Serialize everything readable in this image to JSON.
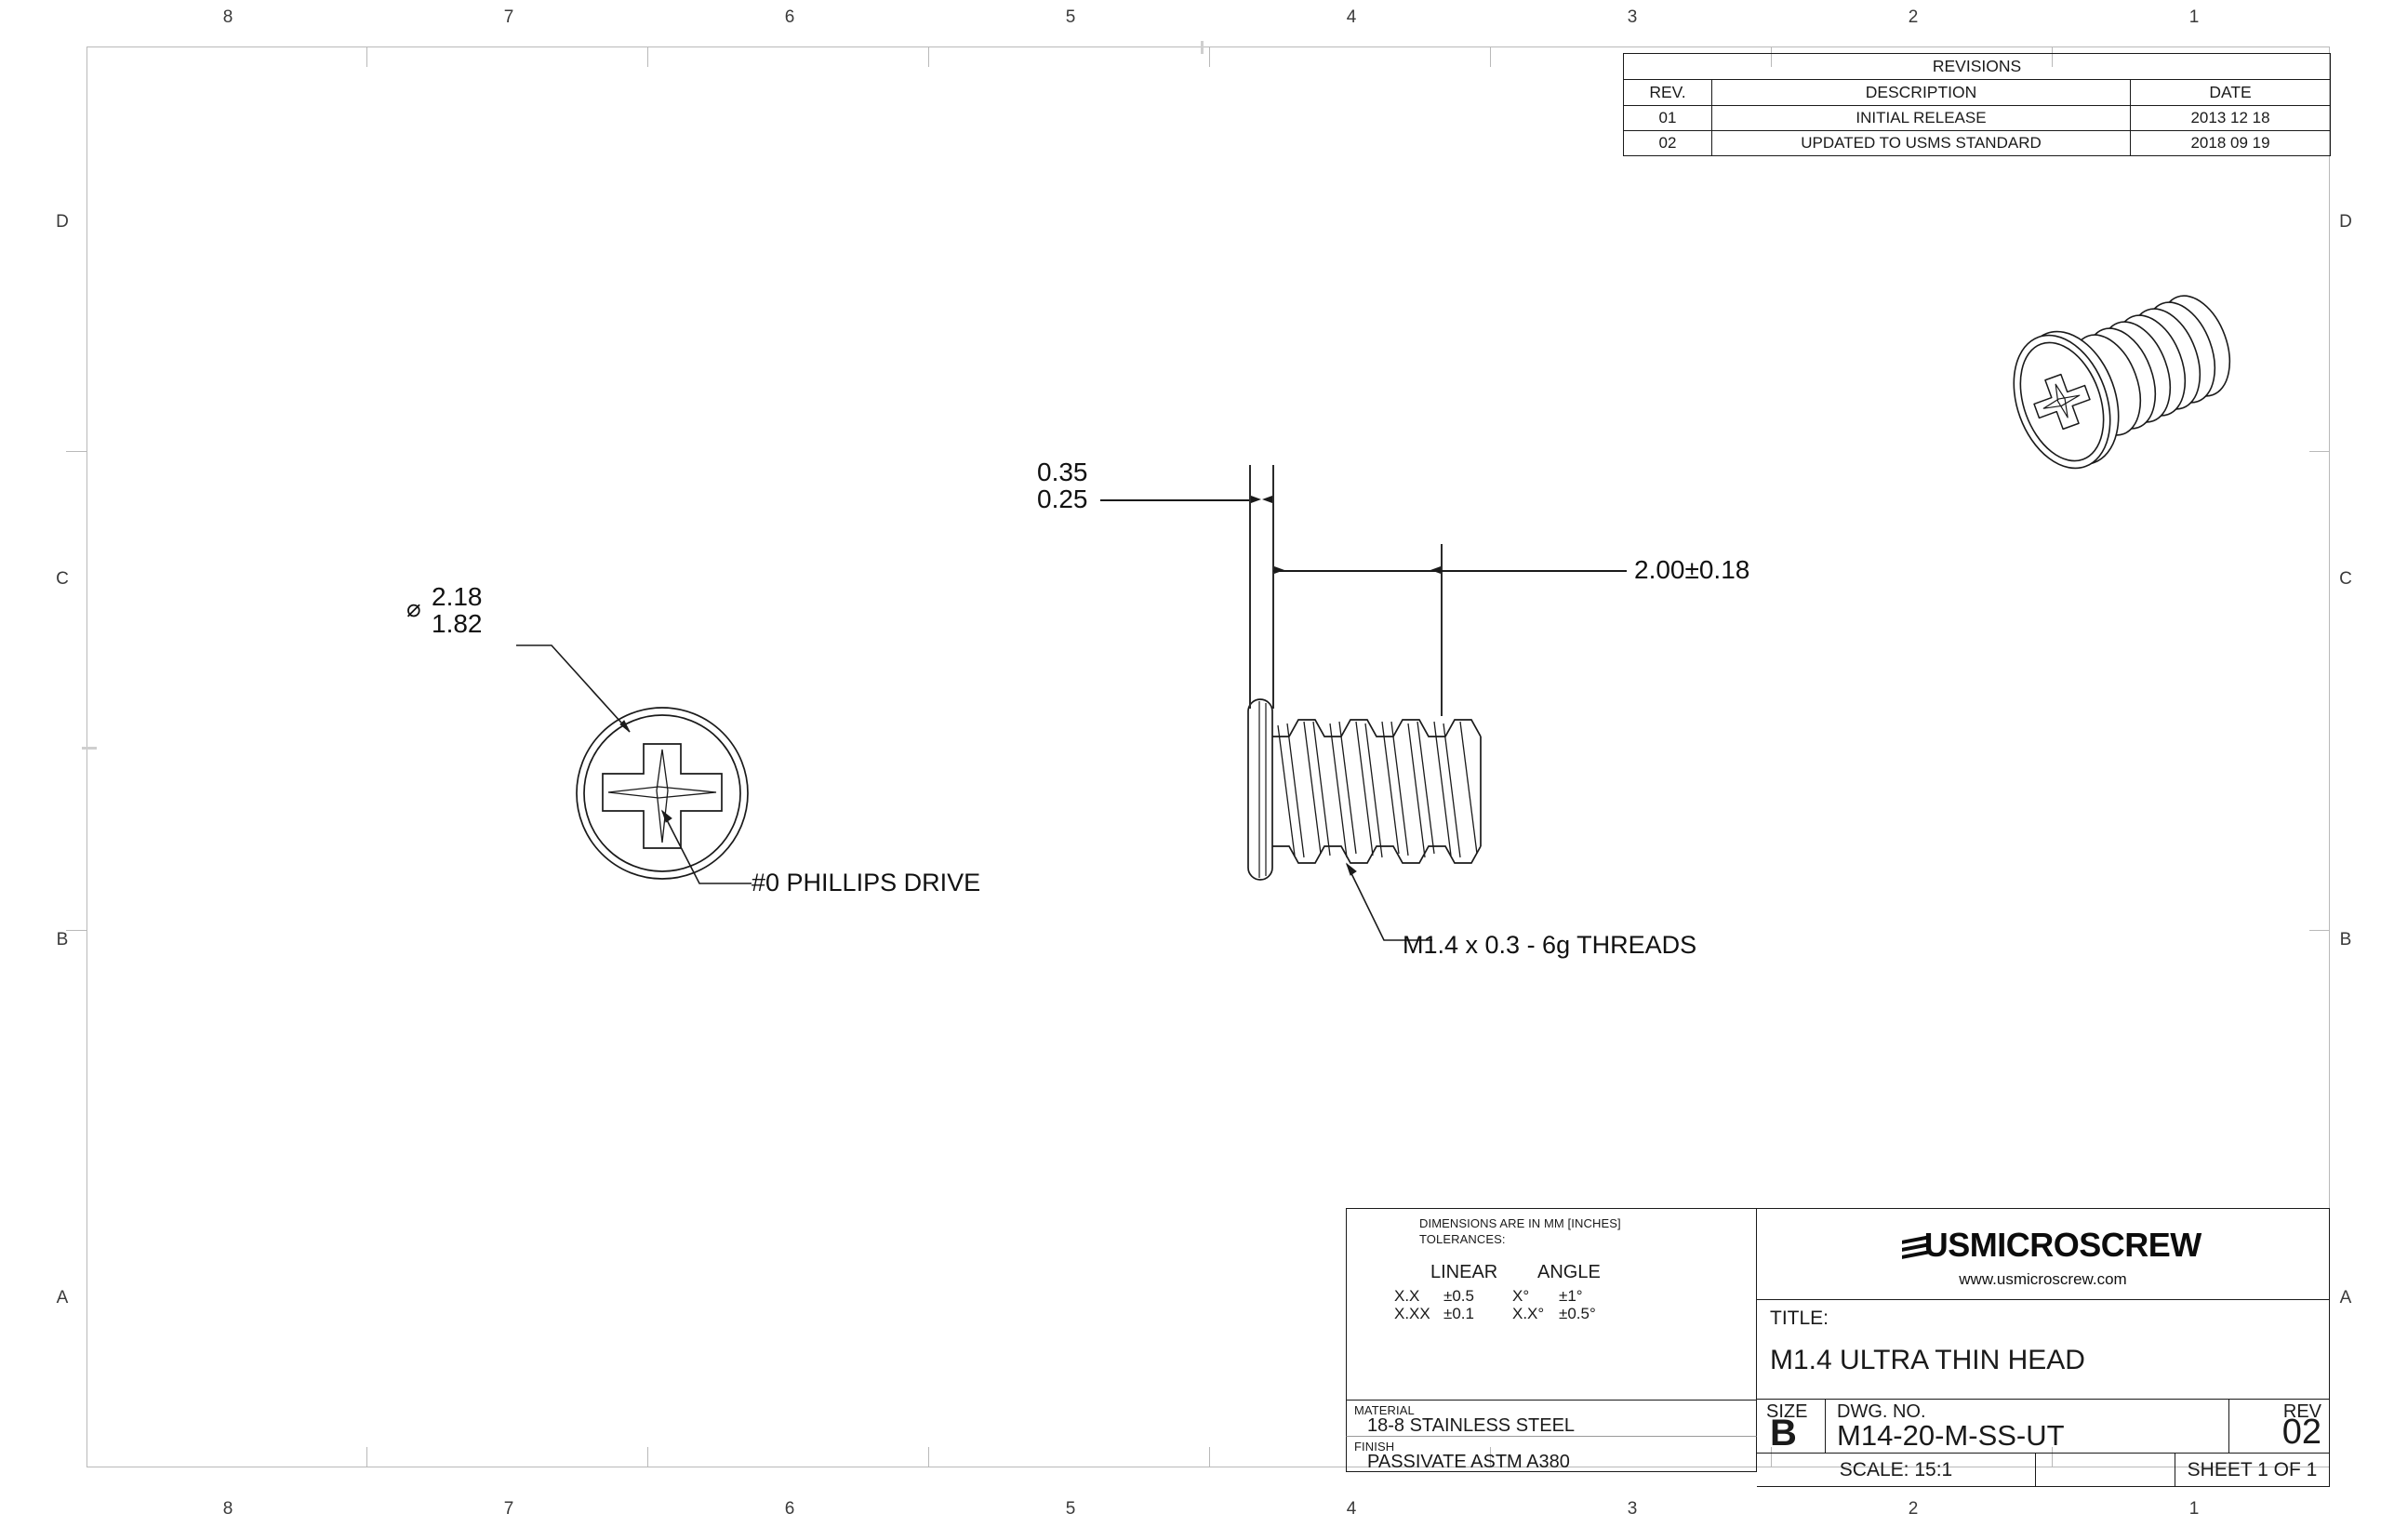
{
  "sheet": {
    "zone_numbers": [
      "8",
      "7",
      "6",
      "5",
      "4",
      "3",
      "2",
      "1"
    ],
    "zone_letters": [
      "D",
      "C",
      "B",
      "A"
    ]
  },
  "revisions": {
    "title": "REVISIONS",
    "columns": [
      "REV.",
      "DESCRIPTION",
      "DATE"
    ],
    "rows": [
      {
        "rev": "01",
        "description": "INITIAL RELEASE",
        "date": "2013 12 18"
      },
      {
        "rev": "02",
        "description": "UPDATED TO USMS STANDARD",
        "date": "2018 09 19"
      }
    ]
  },
  "dimensions": {
    "head_diameter_max": "2.18",
    "head_diameter_min": "1.82",
    "diameter_symbol": "⌀",
    "head_thickness_max": "0.35",
    "head_thickness_min": "0.25",
    "length": "2.00±0.18"
  },
  "notes": {
    "drive": "#0 PHILLIPS DRIVE",
    "threads": "M1.4 x 0.3 - 6g THREADS"
  },
  "tolerance_block": {
    "units_note": "DIMENSIONS ARE IN MM [INCHES]",
    "tolerances_label": "TOLERANCES:",
    "linear_header": "LINEAR",
    "angle_header": "ANGLE",
    "linear_rows": [
      {
        "place": "X.X",
        "tol": "±0.5"
      },
      {
        "place": "X.XX",
        "tol": "±0.1"
      }
    ],
    "angle_rows": [
      {
        "place": "X°",
        "tol": "±1°"
      },
      {
        "place": "X.X°",
        "tol": "±0.5°"
      }
    ]
  },
  "material_block": {
    "material_label": "MATERIAL",
    "material_value": "18-8 STAINLESS STEEL",
    "finish_label": "FINISH",
    "finish_value": "PASSIVATE ASTM A380"
  },
  "company": {
    "name": "USMICROSCREW",
    "url": "www.usmicroscrew.com"
  },
  "title_block": {
    "title_label": "TITLE:",
    "title_value": "M1.4 ULTRA THIN HEAD",
    "size_label": "SIZE",
    "size_value": "B",
    "dwg_label": "DWG.  NO.",
    "dwg_value": "M14-20-M-SS-UT",
    "rev_label": "REV",
    "rev_value": "02",
    "scale": "SCALE: 15:1",
    "sheet": "SHEET 1 OF 1"
  },
  "colors": {
    "line": "#1a1a1a",
    "frame": "#b9b9b9",
    "paper": "#ffffff"
  }
}
